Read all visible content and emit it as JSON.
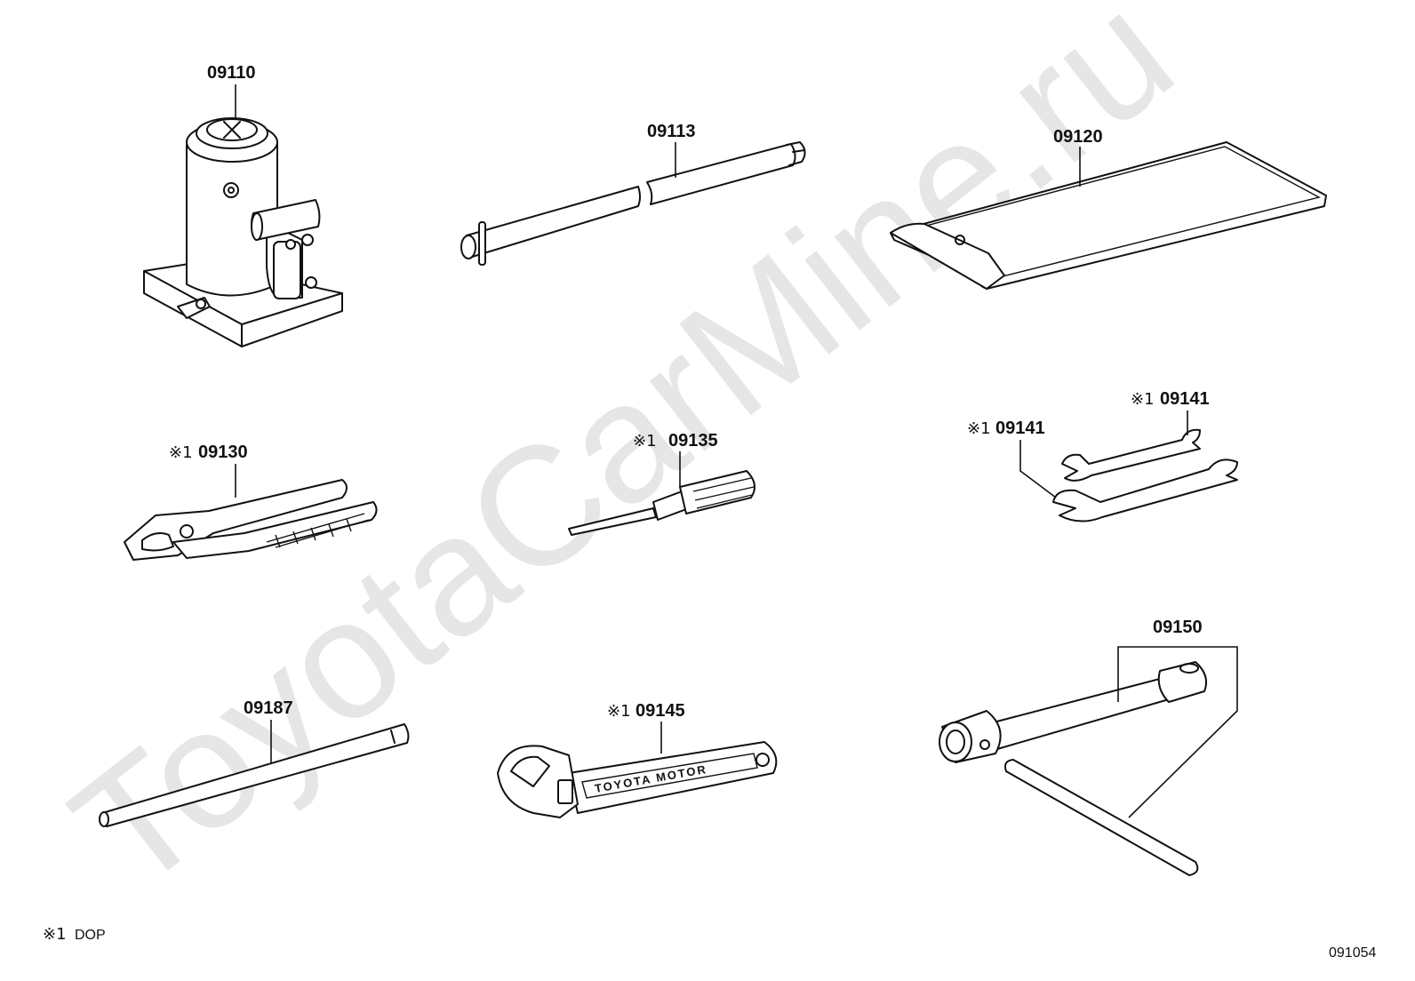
{
  "watermark": "ToyotaCarMine.ru",
  "diagram_code": "091054",
  "footnote": {
    "mark": "※1",
    "text": "DOP"
  },
  "parts": [
    {
      "id": "jack",
      "code": "09110",
      "mark": ""
    },
    {
      "id": "jack-handle",
      "code": "09113",
      "mark": ""
    },
    {
      "id": "tool-bag",
      "code": "09120",
      "mark": ""
    },
    {
      "id": "pliers",
      "code": "09130",
      "mark": "※1"
    },
    {
      "id": "screwdriver",
      "code": "09135",
      "mark": "※1"
    },
    {
      "id": "wrench-a",
      "code": "09141",
      "mark": "※1"
    },
    {
      "id": "wrench-b",
      "code": "09141",
      "mark": "※1"
    },
    {
      "id": "extension-bar",
      "code": "09187",
      "mark": ""
    },
    {
      "id": "adjustable-wrench",
      "code": "09145",
      "mark": "※1"
    },
    {
      "id": "hub-nut-wrench",
      "code": "09150",
      "mark": ""
    }
  ],
  "stamped_text": "TOYOTA MOTOR"
}
